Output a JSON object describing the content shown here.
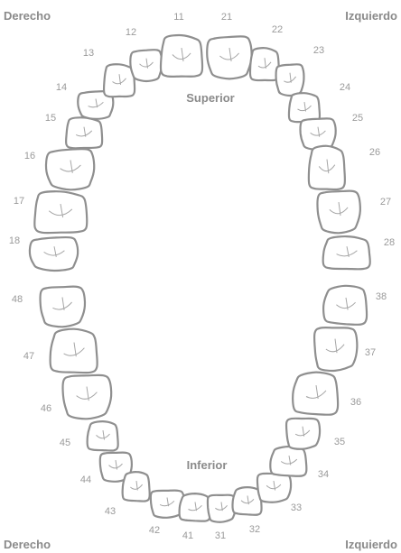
{
  "labels": {
    "top_left": "Derecho",
    "top_right": "Izquierdo",
    "bottom_left": "Derecho",
    "bottom_right": "Izquierdo",
    "upper_arch": "Superior",
    "lower_arch": "Inferior"
  },
  "teeth": {
    "upper": [
      "18",
      "17",
      "16",
      "15",
      "14",
      "13",
      "12",
      "11",
      "21",
      "22",
      "23",
      "24",
      "25",
      "26",
      "27",
      "28"
    ],
    "lower": [
      "48",
      "47",
      "46",
      "45",
      "44",
      "43",
      "42",
      "41",
      "31",
      "32",
      "33",
      "34",
      "35",
      "36",
      "37",
      "38"
    ]
  },
  "colors": {
    "text": "#8a8a8a",
    "outline": "#8f8f8f"
  }
}
